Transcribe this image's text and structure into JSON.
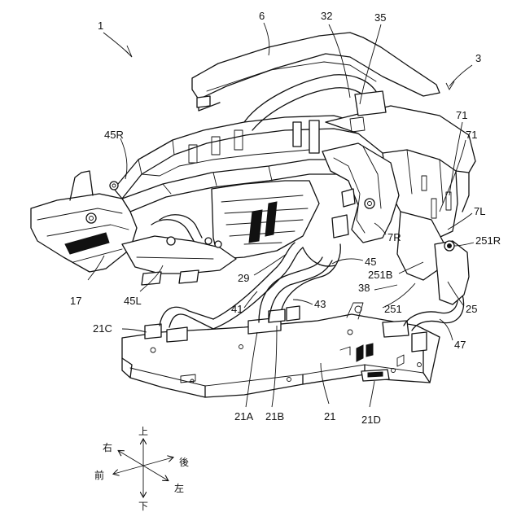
{
  "figure": {
    "labels": {
      "l1": "1",
      "l6": "6",
      "l32": "32",
      "l35": "35",
      "l3": "3",
      "l45R": "45R",
      "l71a": "71",
      "l71b": "71",
      "l7L": "7L",
      "l251R": "251R",
      "l7R": "7R",
      "l45": "45",
      "l251B": "251B",
      "l29": "29",
      "l38": "38",
      "l17": "17",
      "l45L": "45L",
      "l41": "41",
      "l43": "43",
      "l251": "251",
      "l25": "25",
      "l21C": "21C",
      "l47": "47",
      "l21A": "21A",
      "l21B": "21B",
      "l21": "21",
      "l21D": "21D"
    },
    "directions": {
      "up": "上",
      "down": "下",
      "right": "右",
      "left": "左",
      "front": "前",
      "rear": "後"
    }
  }
}
